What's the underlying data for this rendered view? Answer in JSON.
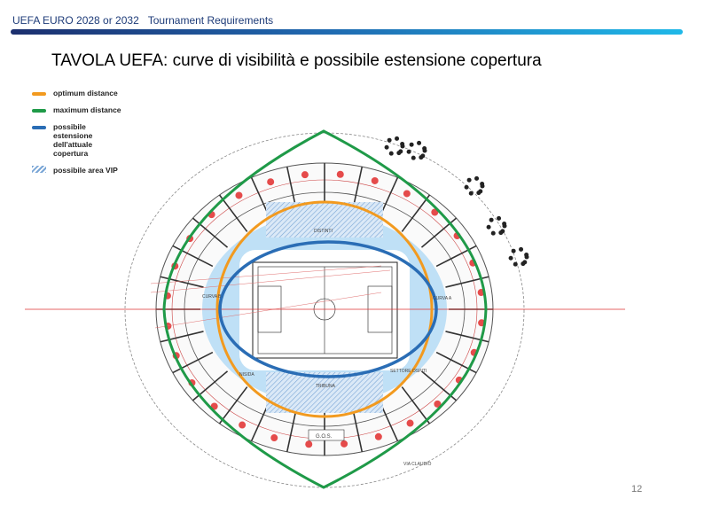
{
  "header": {
    "title": "UEFA EURO 2028 or 2032",
    "subtitle": "Tournament Requirements"
  },
  "slide": {
    "title": "TAVOLA UEFA: curve di visibilità e possibile estensione copertura",
    "page_number": "12"
  },
  "legend": [
    {
      "label": "optimum distance",
      "color": "#f29a1f"
    },
    {
      "label": "maximum distance",
      "color": "#1f9a48"
    },
    {
      "label": "possibile estensione dell'attuale copertura",
      "color": "#2a6db5"
    },
    {
      "label": "possibile area VIP",
      "color": "#7aa6d6"
    }
  ],
  "diagram": {
    "labels": {
      "north": "DISTINTI",
      "west": "CURVA B",
      "east": "CURVA A",
      "south": "TRIBUNA",
      "southwest": "NISIDA",
      "southeast": "SETTORE OSPITI",
      "gos": "G.O.S.",
      "street": "VIA CLAUDIO"
    }
  }
}
